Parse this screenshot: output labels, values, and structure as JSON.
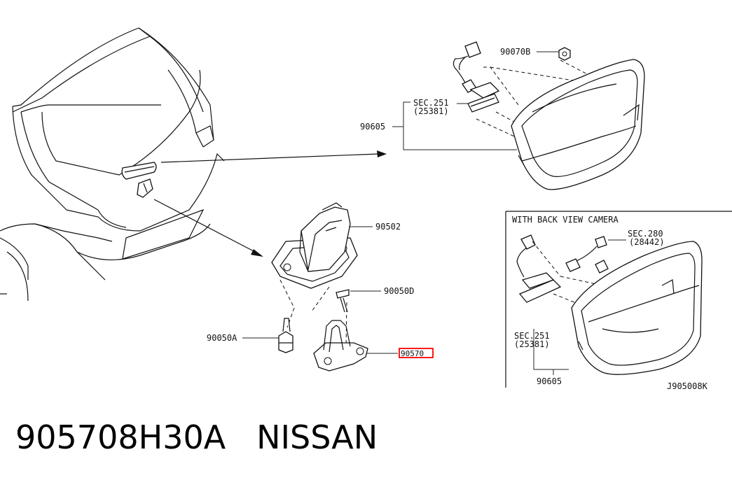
{
  "labels": {
    "p90070b": "90070B",
    "sec251_a": "SEC.251",
    "sec251_a_sub": "(25381)",
    "p90605_a": "90605",
    "p90502": "90502",
    "p90050d": "90050D",
    "p90050a": "90050A",
    "p90570": "90570",
    "camera_title": "WITH BACK VIEW CAMERA",
    "sec280": "SEC.280",
    "sec280_sub": "(28442)",
    "sec251_b": "SEC.251",
    "sec251_b_sub": "(25381)",
    "p90605_b": "90605",
    "diagram_code": "J905008K"
  },
  "footer": {
    "part_number": "905708H30A",
    "brand": "NISSAN"
  },
  "colors": {
    "line": "#111111",
    "highlight": "#ff0000"
  }
}
